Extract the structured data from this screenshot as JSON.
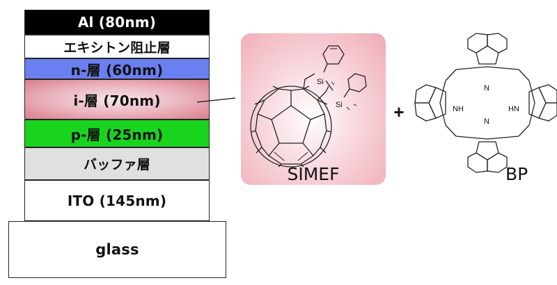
{
  "device_stack": {
    "layers": [
      {
        "id": "al",
        "label": "Al (80nm)"
      },
      {
        "id": "exciton_block",
        "label": "エキシトン阻止層"
      },
      {
        "id": "n",
        "label": "n-層 (60nm)"
      },
      {
        "id": "i",
        "label": "i-層 (70nm)"
      },
      {
        "id": "p",
        "label": "p-層 (25nm)"
      },
      {
        "id": "buffer",
        "label": "バッファ層"
      },
      {
        "id": "ito",
        "label": "ITO (145nm)"
      },
      {
        "id": "glass",
        "label": "glass"
      }
    ],
    "colors": {
      "al": "#000000",
      "n": "#6a7ff0",
      "i": "#e8a6b1",
      "p": "#19d41f",
      "buffer": "#e0e0e0"
    }
  },
  "molecules": {
    "simef": {
      "name": "SIMEF",
      "atoms": [
        "Si",
        "Si"
      ]
    },
    "plus": "+",
    "bp": {
      "name": "BP",
      "atoms": [
        "N",
        "N",
        "NH",
        "HN"
      ]
    }
  }
}
